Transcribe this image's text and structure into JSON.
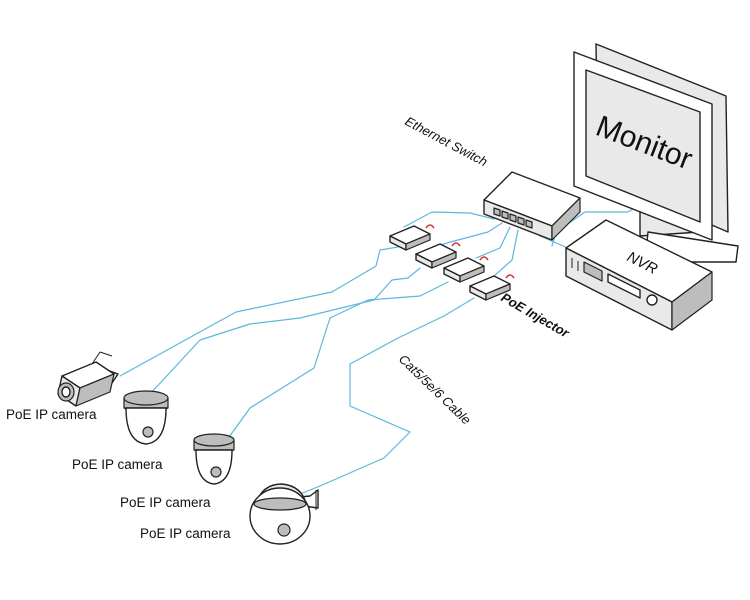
{
  "labels": {
    "monitor": "Monitor",
    "nvr": "NVR",
    "ethernet_switch": "Ethernet Switch",
    "poe_injector": "PoE Injector",
    "cable": "Cat5/5e/6 Cable",
    "cameras": [
      "PoE IP camera",
      "PoE IP camera",
      "PoE IP camera",
      "PoE IP camera"
    ]
  },
  "colors": {
    "cable": "#5cb8dc",
    "accent_text": "#3aa9d6",
    "power_plug": "#d8323c",
    "outline": "#222222"
  },
  "icons": {
    "monitor": "monitor-icon",
    "nvr": "nvr-recorder-icon",
    "switch": "ethernet-switch-icon",
    "injector": "poe-injector-icon",
    "bullet_camera": "bullet-camera-icon",
    "dome_camera": "dome-camera-icon",
    "ptz_camera": "ptz-camera-icon"
  }
}
